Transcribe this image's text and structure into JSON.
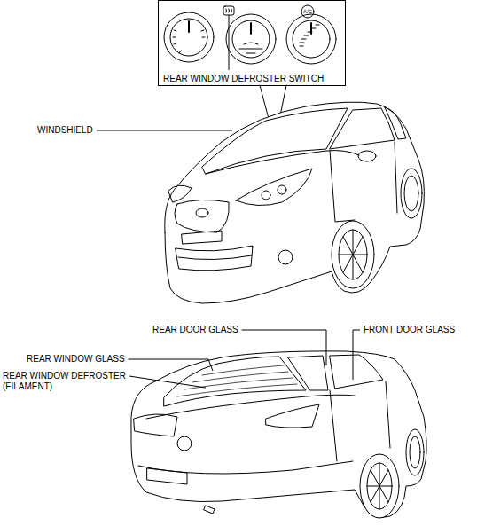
{
  "diagram": {
    "nodes": [
      {
        "text": [
          "REAR WINDOW DEFROSTER SWITCH"
        ]
      }
    ],
    "labels": [
      "A/C",
      "WINDSHIELD",
      "REAR DOOR GLASS",
      "FRONT DOOR GLASS",
      "REAR WINDOW GLASS",
      "REAR WINDOW DEFROSTER (FILAMENT)"
    ]
  }
}
